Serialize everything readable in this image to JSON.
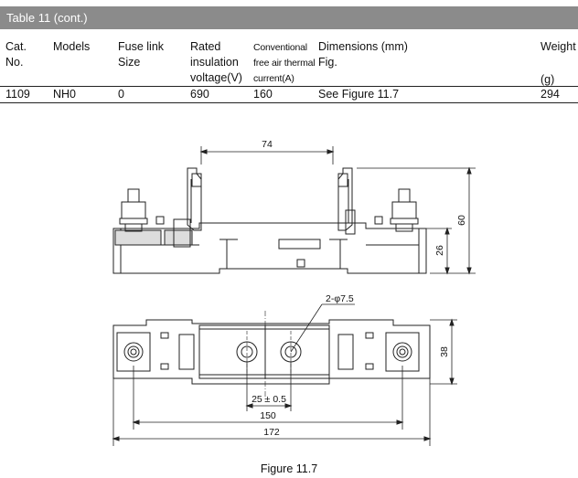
{
  "table": {
    "title": "Table 11 (cont.)",
    "headers": {
      "cat": [
        "Cat.",
        "No."
      ],
      "models": [
        "Models"
      ],
      "fuse": [
        "Fuse link",
        "Size"
      ],
      "rated": [
        "Rated",
        "insulation",
        "voltage(V)"
      ],
      "conv": [
        "Conventional",
        "free air thermal",
        "current(A)"
      ],
      "dims": [
        "Dimensions (mm)",
        "Fig."
      ],
      "weight": [
        "Weight",
        "(g)"
      ]
    },
    "row": {
      "cat": "1109",
      "models": "NH0",
      "fuse": "0",
      "rated": "690",
      "conv": "160",
      "dims": "See Figure 11.7",
      "weight": "294"
    }
  },
  "figure": {
    "dim_74": "74",
    "dim_60": "60",
    "dim_26": "26",
    "dim_hole": "2-φ7.5",
    "dim_38": "38",
    "dim_25": "25 ± 0.5",
    "dim_150": "150",
    "dim_172": "172",
    "caption": "Figure 11.7"
  }
}
